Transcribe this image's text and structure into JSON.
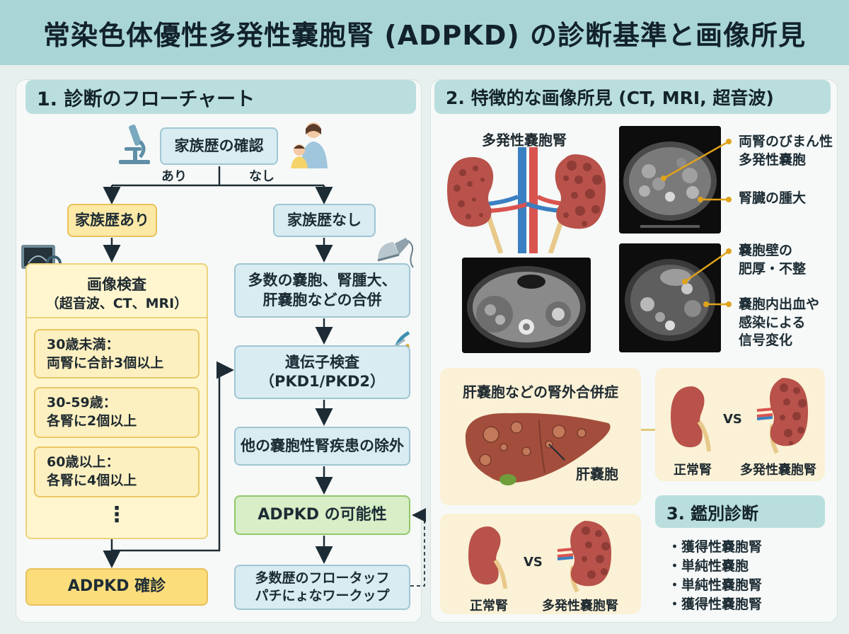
{
  "title": "常染色体優性多発性嚢胞腎 (ADPKD) の診断基準と画像所見",
  "flowchart": {
    "heading": "1. 診断のフローチャート",
    "family_check": "家族歴の確認",
    "yes": "あり",
    "no": "なし",
    "family_yes": "家族歴あり",
    "family_no": "家族歴なし",
    "imaging_title": "画像検査",
    "imaging_sub": "（超音波、CT、MRI）",
    "criteria": [
      {
        "line1": "30歳未満：",
        "line2": "両腎に合計3個以上"
      },
      {
        "line1": "30-59歳：",
        "line2": "各腎に2個以上"
      },
      {
        "line1": "60歳以上：",
        "line2": "各腎に4個以上"
      }
    ],
    "ellipsis": "⋮",
    "diagnosis": "ADPKD 確診",
    "multiple_cysts_1": "多数の嚢胞、腎腫大、",
    "multiple_cysts_2": "肝嚢胞などの合併",
    "genetic_1": "遺伝子検査",
    "genetic_2": "（PKD1/PKD2）",
    "exclusion": "他の嚢胞性腎疾患の除外",
    "possibility": "ADPKD の可能性",
    "workup_1": "多数歴のフロータッフ",
    "workup_2": "パチにょなワークップ"
  },
  "imaging": {
    "heading": "2. 特徴的な画像所見 (CT, MRI, 超音波)",
    "kidney_label": "多発性嚢胞腎",
    "annot1_1": "両腎のびまん性",
    "annot1_2": "多発性嚢胞",
    "annot2": "腎臓の腫大",
    "annot3_1": "嚢胞壁の",
    "annot3_2": "肥厚・不整",
    "annot4_1": "嚢胞内出血や",
    "annot4_2": "感染による",
    "annot4_3": "信号変化",
    "liver_title": "肝嚢胞などの腎外合併症",
    "liver_label": "肝嚢胞",
    "vs": "VS",
    "normal_kidney": "正常腎",
    "pkd_kidney": "多発性嚢胞腎"
  },
  "differential": {
    "heading": "3. 鑑別診断",
    "items": [
      "・獲得性嚢胞腎",
      "・単純性嚢胞",
      "・単純性嚢胞腎",
      "・獲得性嚢胞腎"
    ]
  },
  "colors": {
    "title_bar": "#a9d6d5",
    "box_blue": "#d8ecf2",
    "box_yellow": "#fde9a6",
    "box_green": "#d7eec7",
    "kidney": "#b8524a",
    "cyst": "#8f3b36",
    "accent_dot": "#e0a21b"
  }
}
